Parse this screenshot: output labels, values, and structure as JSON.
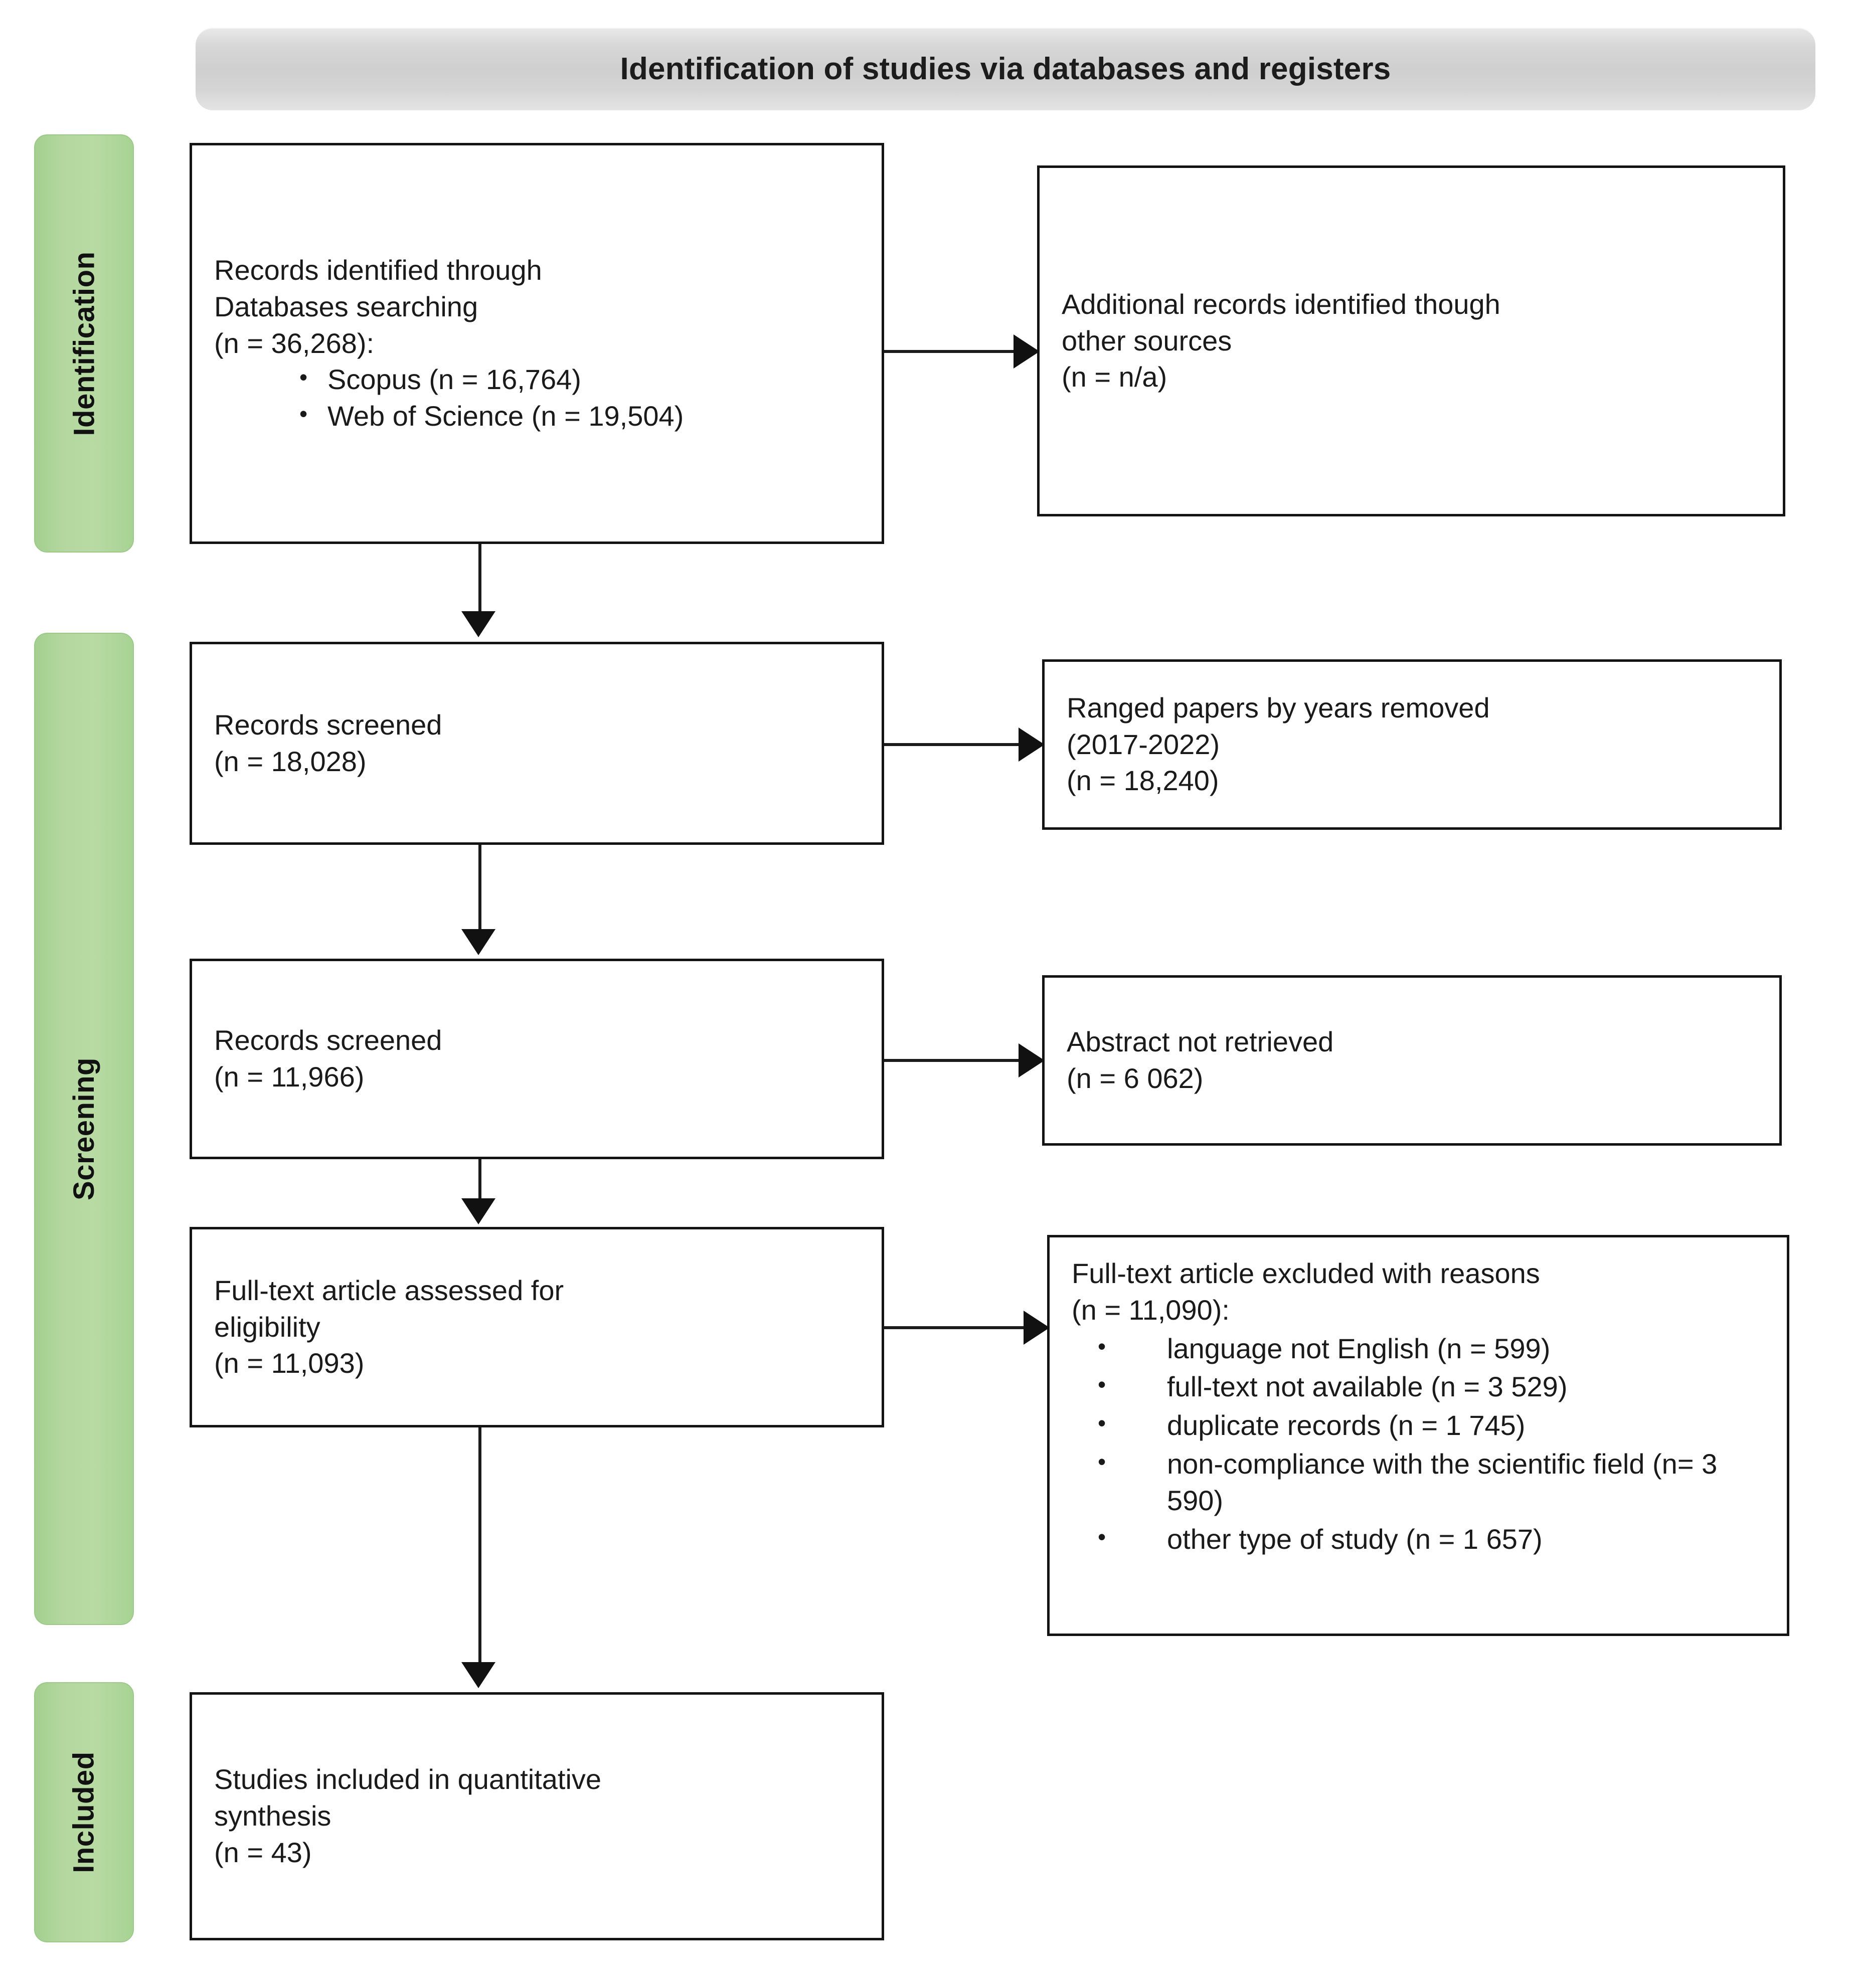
{
  "banner": {
    "title": "Identification of studies via databases and registers"
  },
  "stages": [
    {
      "id": "identification",
      "label": "Identification"
    },
    {
      "id": "screening",
      "label": "Screening"
    },
    {
      "id": "included",
      "label": "Included"
    }
  ],
  "nodes": {
    "records_identified": {
      "text": "Records identified through\nDatabases searching\n(n = 36,268):",
      "bullets": [
        "Scopus (n = 16,764)",
        "Web of Science (n = 19,504)"
      ]
    },
    "additional_records": {
      "text": "Additional records identified though\nother sources\n(n = n/a)"
    },
    "records_screened_1": {
      "text": "Records screened\n(n = 18,028)"
    },
    "ranged_papers_removed": {
      "text": "Ranged papers by years removed\n(2017-2022)\n(n = 18,240)"
    },
    "records_screened_2": {
      "text": "Records screened\n(n = 11,966)"
    },
    "abstract_not_retrieved": {
      "text": "Abstract not retrieved\n(n = 6 062)"
    },
    "fulltext_assessed": {
      "text": "Full-text article assessed for\neligibility\n(n = 11,093)"
    },
    "fulltext_excluded": {
      "text": "Full-text article excluded with reasons\n(n = 11,090):",
      "bullets": [
        "language not English (n = 599)",
        "full-text not available (n = 3 529)",
        "duplicate records (n = 1 745)",
        "non-compliance with the scientific field (n= 3 590)",
        "other type of study (n = 1 657)"
      ]
    },
    "studies_included": {
      "text": "Studies included in quantitative\nsynthesis\n(n = 43)"
    }
  },
  "colors": {
    "stage_bar_green": "#b3d79f",
    "banner_gray": "#d7d7d7",
    "box_border": "#141414",
    "connector": "#1b1b1b"
  }
}
